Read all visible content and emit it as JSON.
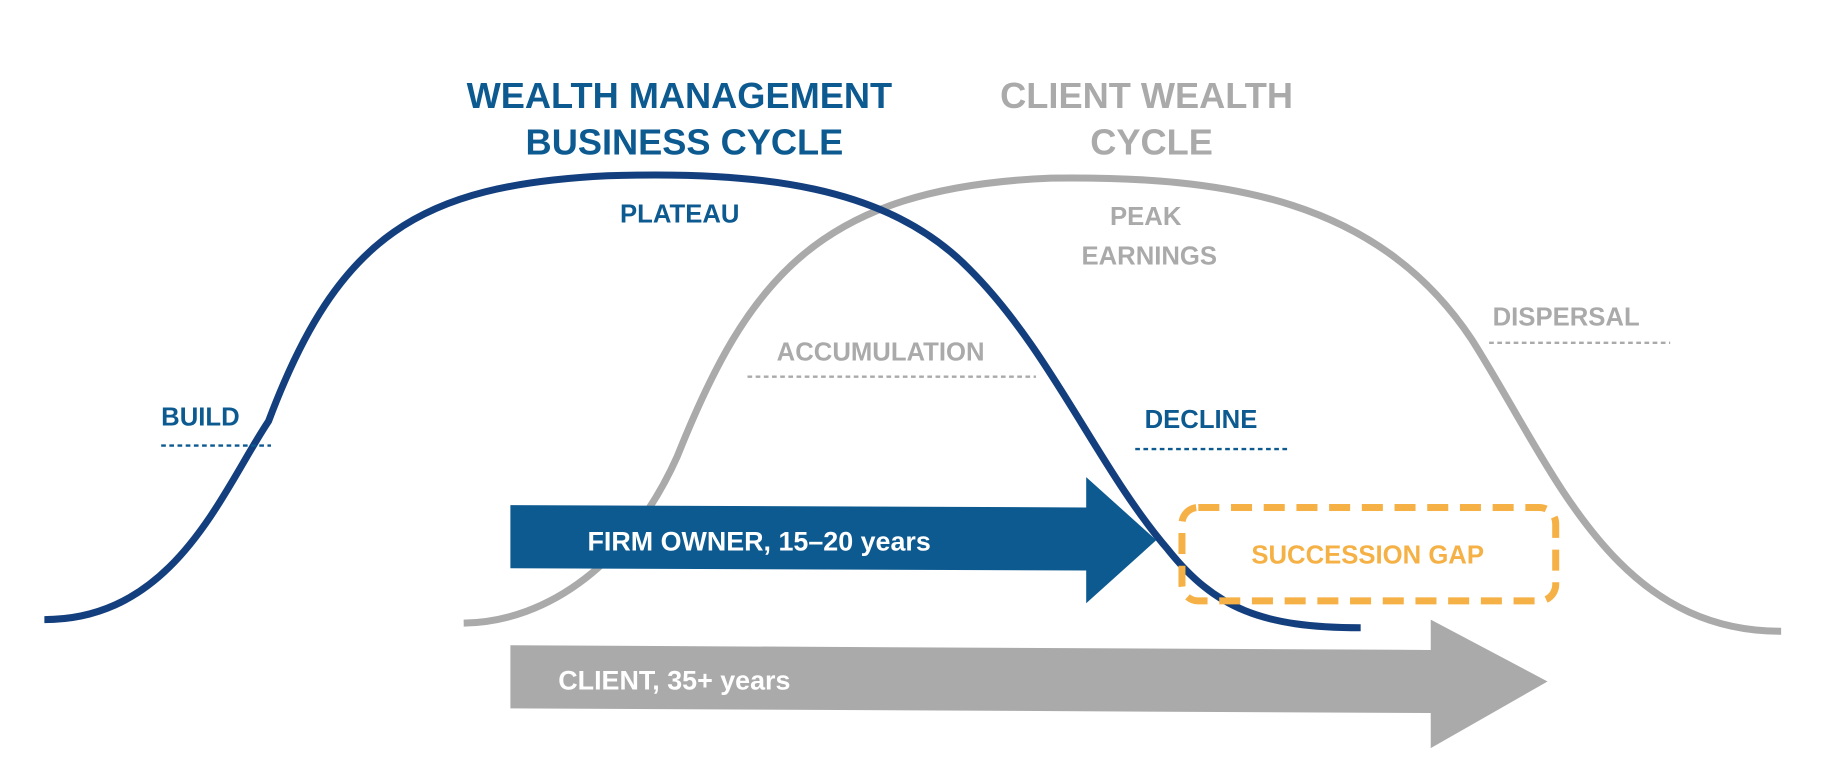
{
  "titles": {
    "business_cycle": [
      "WEALTH MANAGEMENT",
      "BUSINESS CYCLE"
    ],
    "client_cycle": [
      "CLIENT WEALTH",
      "CYCLE"
    ]
  },
  "stages": {
    "build": "BUILD",
    "plateau": "PLATEAU",
    "decline": "DECLINE",
    "accumulation": "ACCUMULATION",
    "peak_earnings": [
      "PEAK",
      "EARNINGS"
    ],
    "dispersal": "DISPERSAL"
  },
  "arrows": {
    "firm_owner": "FIRM OWNER, 15–20 years",
    "client": "CLIENT, 35+ years"
  },
  "gap_label": "SUCCESSION GAP",
  "colors": {
    "blue_text": "#0d5a91",
    "blue_curve": "#143f7e",
    "blue_arrow": "#0d5a91",
    "gray": "#aaaaaa",
    "orange": "#f5b145"
  }
}
